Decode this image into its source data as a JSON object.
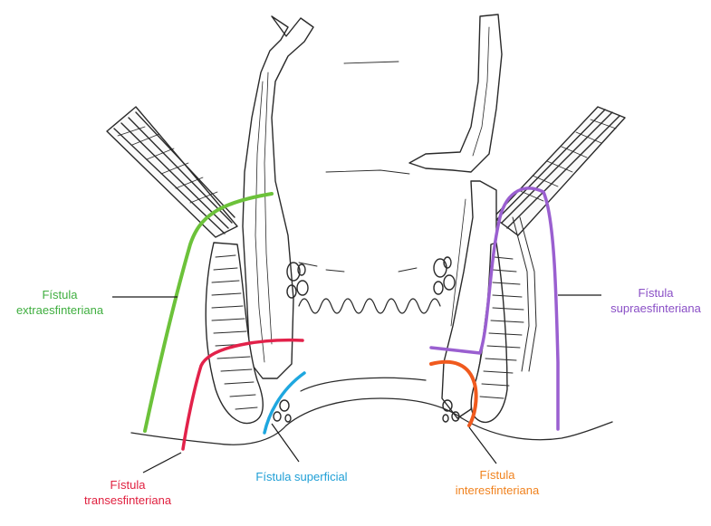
{
  "labels": {
    "extra": {
      "line1": "Fístula",
      "line2": "extraesfinteriana",
      "color": "#3fae3f"
    },
    "supra": {
      "line1": "Fístula",
      "line2": "supraesfinteriana",
      "color": "#8a4fc6"
    },
    "trans": {
      "line1": "Fístula",
      "line2": "transesfinteriana",
      "color": "#e0203f"
    },
    "superficial": {
      "line1": "Fístula superficial",
      "color": "#1f9fd6"
    },
    "inter": {
      "line1": "Fístula",
      "line2": "interesfinteriana",
      "color": "#f0821e"
    }
  },
  "colors": {
    "ink": "#2a2a2a",
    "extra": "#6cc23a",
    "supra": "#9a5fd0",
    "trans": "#e2224a",
    "superficial": "#1ea7df",
    "inter": "#f05a1e"
  }
}
